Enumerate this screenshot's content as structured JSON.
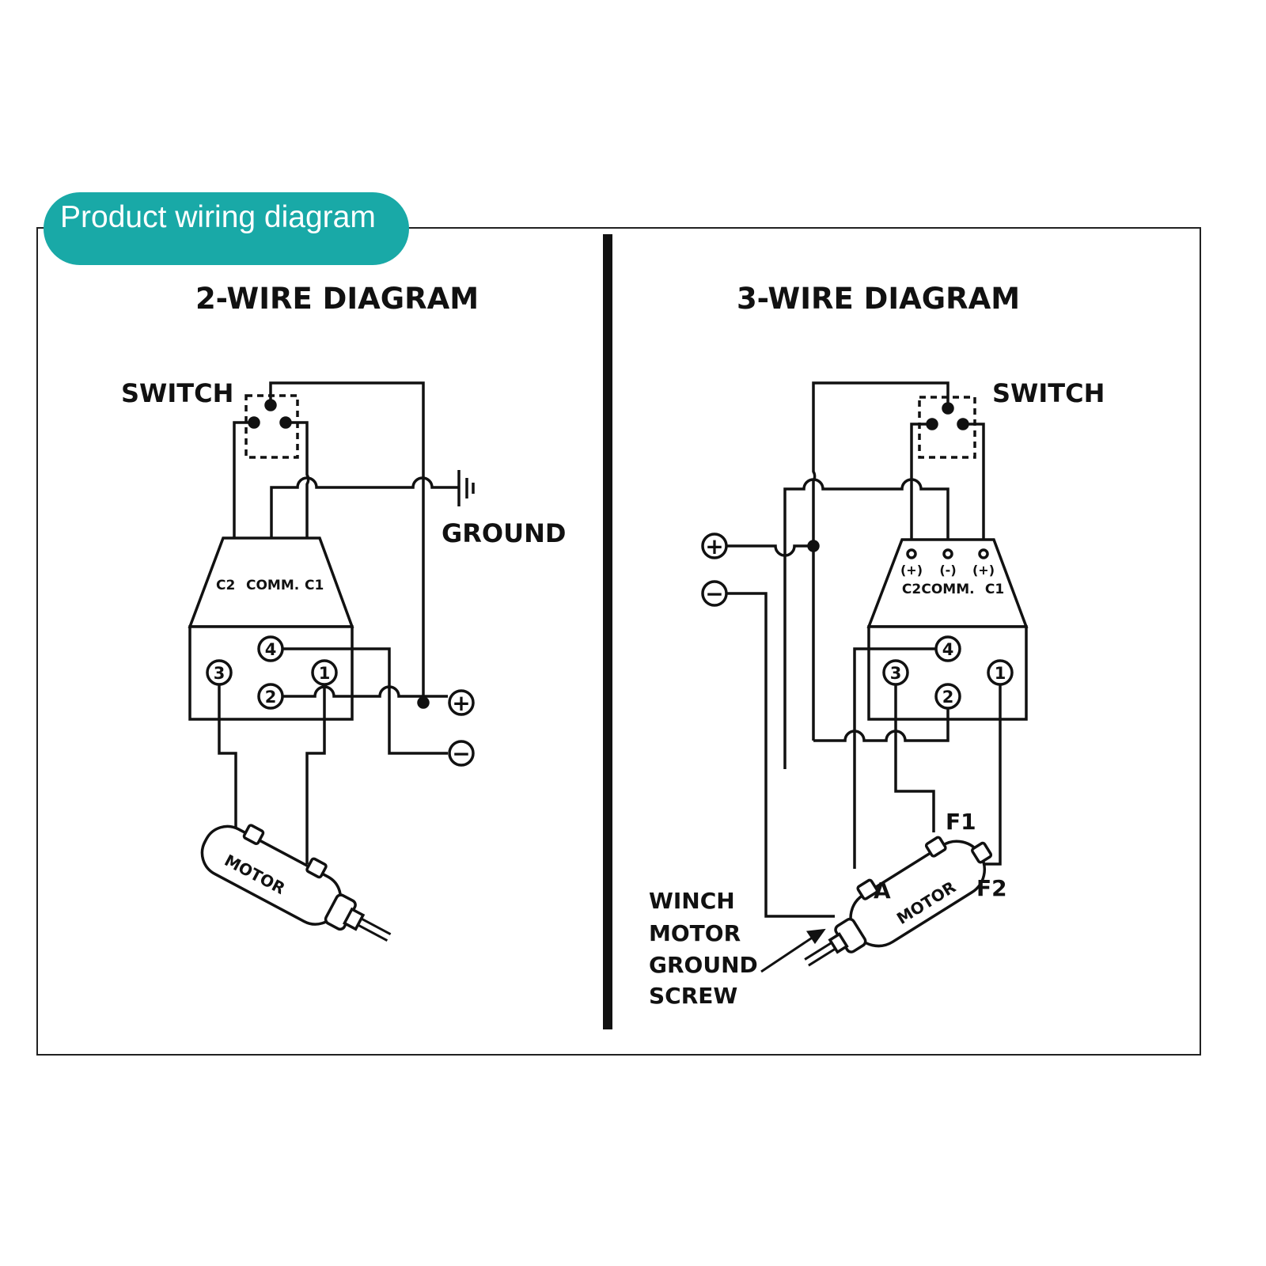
{
  "header": {
    "badge_label": "Product wiring diagram",
    "badge_color": "#19a9a7"
  },
  "left_panel": {
    "title": "2-WIRE DIAGRAM",
    "switch_label": "SWITCH",
    "ground_label": "GROUND",
    "solenoid_labels": [
      "C2",
      "COMM.",
      "C1"
    ],
    "terminals": [
      "1",
      "2",
      "3",
      "4"
    ],
    "motor_label": "MOTOR",
    "plus_symbol": "+",
    "minus_symbol": "−"
  },
  "right_panel": {
    "title": "3-WIRE DIAGRAM",
    "switch_label": "SWITCH",
    "polarity_labels": [
      "(+)",
      "(-)",
      "(+)"
    ],
    "solenoid_labels": [
      "C2",
      "COMM.",
      "C1"
    ],
    "terminals": [
      "1",
      "2",
      "3",
      "4"
    ],
    "motor_label": "MOTOR",
    "armature_label": "A",
    "field_labels": [
      "F1",
      "F2"
    ],
    "ground_screw_label": [
      "WINCH",
      "MOTOR",
      "GROUND",
      "SCREW"
    ],
    "plus_symbol": "+",
    "minus_symbol": "−"
  }
}
